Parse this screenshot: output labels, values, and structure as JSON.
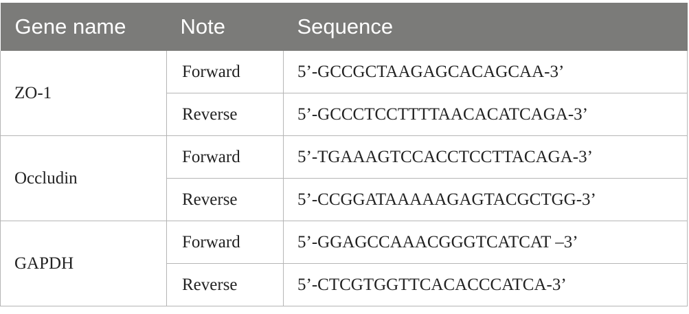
{
  "table": {
    "headers": [
      "Gene name",
      "Note",
      "Sequence"
    ],
    "groups": [
      {
        "gene": "ZO-1",
        "rows": [
          {
            "note": "Forward",
            "sequence": "5’-GCCGCTAAGAGCACAGCAA-3’"
          },
          {
            "note": "Reverse",
            "sequence": "5’-GCCCTCCTTTTAACACATCAGA-3’"
          }
        ]
      },
      {
        "gene": "Occludin",
        "rows": [
          {
            "note": "Forward",
            "sequence": "5’-TGAAAGTCCACCTCCTTACAGA-3’"
          },
          {
            "note": "Reverse",
            "sequence": "5’-CCGGATAAAAAGAGTACGCTGG-3’"
          }
        ]
      },
      {
        "gene": "GAPDH",
        "rows": [
          {
            "note": "Forward",
            "sequence": "5’-GGAGCCAAACGGGTCATCAT –3’"
          },
          {
            "note": "Reverse",
            "sequence": "5’-CTCGTGGTTCACACCCATCA-3’"
          }
        ]
      }
    ]
  }
}
